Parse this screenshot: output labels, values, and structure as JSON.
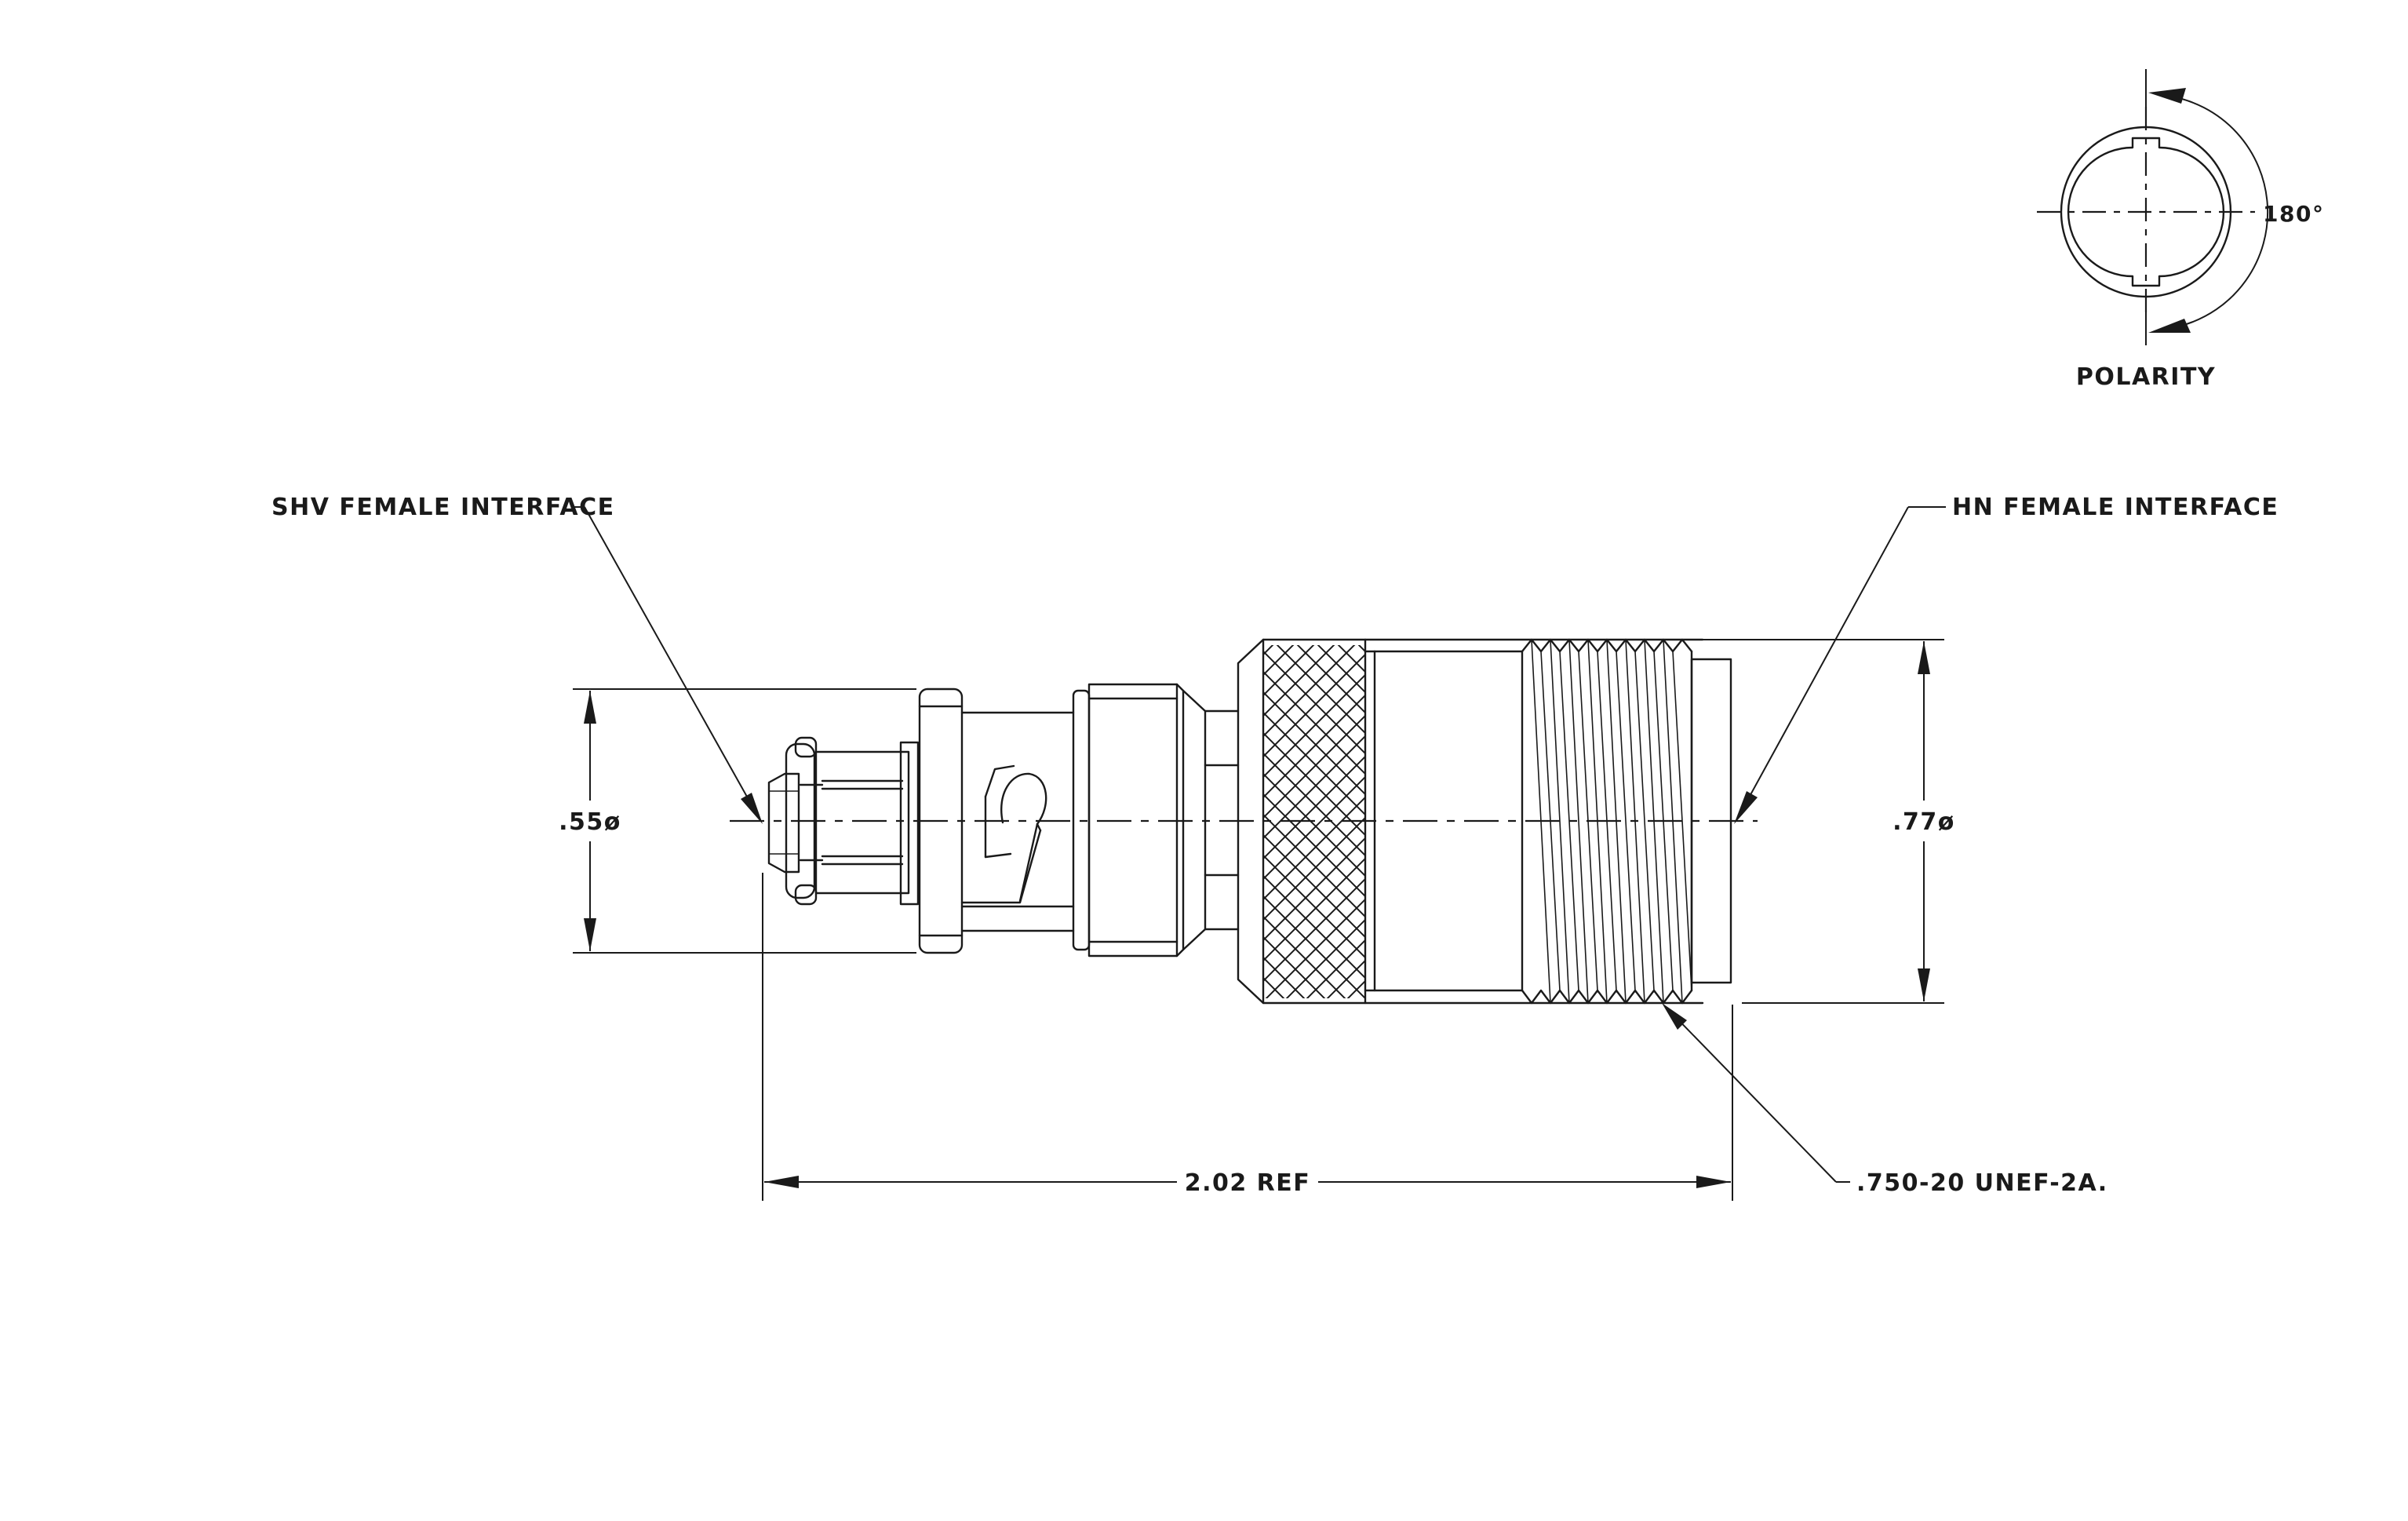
{
  "labels": {
    "shv_interface": "SHV FEMALE INTERFACE",
    "hn_interface": "HN FEMALE INTERFACE",
    "left_diameter": ".55ø",
    "right_diameter": ".77ø",
    "overall_length": "2.02 REF",
    "thread_spec": ".750-20 UNEF-2A.",
    "polarity": "POLARITY",
    "polarity_angle": "180°"
  }
}
